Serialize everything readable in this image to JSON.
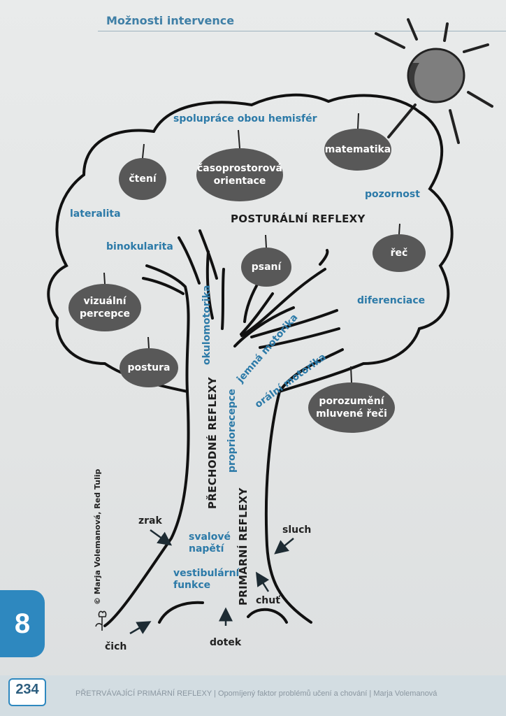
{
  "header": {
    "title": "Možnosti intervence"
  },
  "canopy_labels": {
    "spoluprace": "spolupráce obou hemisfér",
    "lateralita": "lateralita",
    "binokularita": "binokularita",
    "pozornost": "pozornost",
    "diferenciace": "diferenciace"
  },
  "fruits": {
    "cteni": "čtení",
    "casoprostorova": [
      "časoprostorová",
      "orientace"
    ],
    "matematika": "matematika",
    "psani": "psaní",
    "rec": "řeč",
    "vizualni": [
      "vizuální",
      "percepce"
    ],
    "postura": "postura",
    "porozumeni": [
      "porozumění",
      "mluvené řeči"
    ]
  },
  "reflex_levels": {
    "posturalni": "POSTURÁLNÍ REFLEXY",
    "prechodne": "PŘECHODNÉ REFLEXY",
    "primarni": "PRIMÁRNÍ REFLEXY"
  },
  "trunk_labels": {
    "okulomotorika": "okulomotorika",
    "jemna_motorika": "jemná motorika",
    "oralni_motorika": "orální motorika",
    "propriorecepce": "propriorecepce",
    "svalove_napeti": [
      "svalové",
      "napětí"
    ],
    "vestibularni": [
      "vestibulární",
      "funkce"
    ]
  },
  "senses": {
    "zrak": "zrak",
    "sluch": "sluch",
    "chut": "chuť",
    "cich": "čich",
    "dotek": "dotek"
  },
  "copyright": "© Marja Volemanová, Red Tulip",
  "chapter_number": "8",
  "footer": {
    "page_number": "234",
    "text": "PŘETRVÁVAJÍCÍ PRIMÁRNÍ REFLEXY  |  Opomíjený faktor problémů učení a chování  |  Marja Volemanová"
  },
  "colors": {
    "accent_blue": "#2c7aa8",
    "fruit_gray": "#585858",
    "chapter_tab": "#2e88bf"
  },
  "icons": {
    "sun": "sun-icon",
    "tulip": "tulip-icon"
  }
}
